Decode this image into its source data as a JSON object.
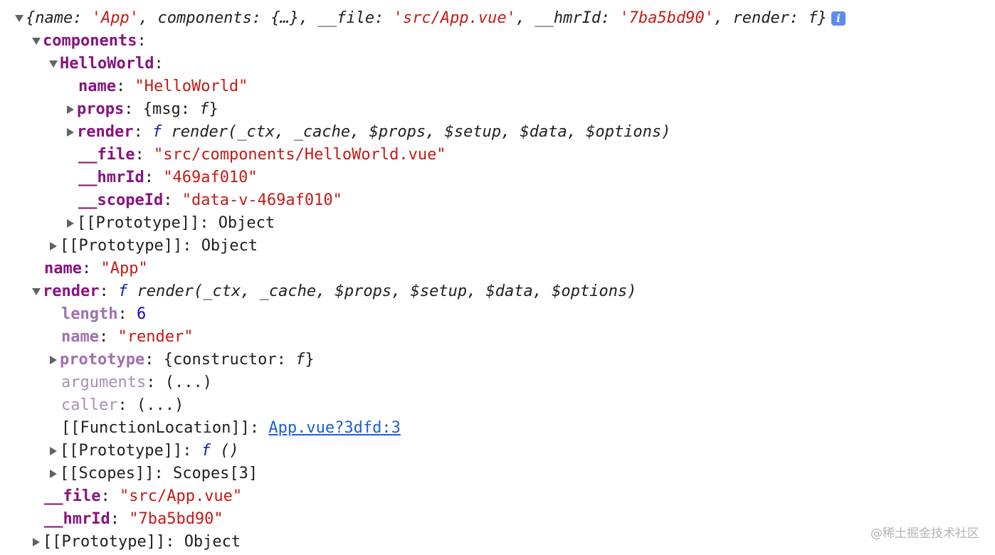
{
  "summary": {
    "open": "{",
    "k1": "name",
    "v1": "'App'",
    "k2": "components",
    "v2": "{…}",
    "k3": "__file",
    "v3": "'src/App.vue'",
    "k4": "__hmrId",
    "v4": "'7ba5bd90'",
    "k5": "render",
    "v5": "f",
    "close": "}",
    "info_icon_glyph": "i"
  },
  "components": {
    "key": "components",
    "hello": {
      "key": "HelloWorld",
      "name_key": "name",
      "name_val": "\"HelloWorld\"",
      "props_key": "props",
      "props_open": "{",
      "props_inner_key": "msg",
      "props_inner_val": "f",
      "props_close": "}",
      "render_key": "render",
      "render_f": "f",
      "render_sig": "render(_ctx, _cache, $props, $setup, $data, $options)",
      "file_key": "__file",
      "file_val": "\"src/components/HelloWorld.vue\"",
      "hmr_key": "__hmrId",
      "hmr_val": "\"469af010\"",
      "scope_key": "__scopeId",
      "scope_val": "\"data-v-469af010\"",
      "proto_key": "[[Prototype]]",
      "proto_val": "Object"
    },
    "proto_key": "[[Prototype]]",
    "proto_val": "Object"
  },
  "root": {
    "name_key": "name",
    "name_val": "\"App\"",
    "render": {
      "key": "render",
      "f": "f",
      "sig": "render(_ctx, _cache, $props, $setup, $data, $options)",
      "length_key": "length",
      "length_val": "6",
      "name_key": "name",
      "name_val": "\"render\"",
      "prototype_key": "prototype",
      "prototype_val_open": "{",
      "prototype_inner_key": "constructor",
      "prototype_inner_val": "f",
      "prototype_val_close": "}",
      "arguments_key": "arguments",
      "arguments_val": "(...)",
      "caller_key": "caller",
      "caller_val": "(...)",
      "location_key": "[[FunctionLocation]]",
      "location_val": "App.vue?3dfd:3",
      "proto_key": "[[Prototype]]",
      "proto_f": "f",
      "proto_rest": "()",
      "scopes_key": "[[Scopes]]",
      "scopes_val": "Scopes[3]"
    },
    "file_key": "__file",
    "file_val": "\"src/App.vue\"",
    "hmr_key": "__hmrId",
    "hmr_val": "\"7ba5bd90\"",
    "proto_key": "[[Prototype]]",
    "proto_val": "Object"
  },
  "watermark": "@稀土掘金技术社区"
}
